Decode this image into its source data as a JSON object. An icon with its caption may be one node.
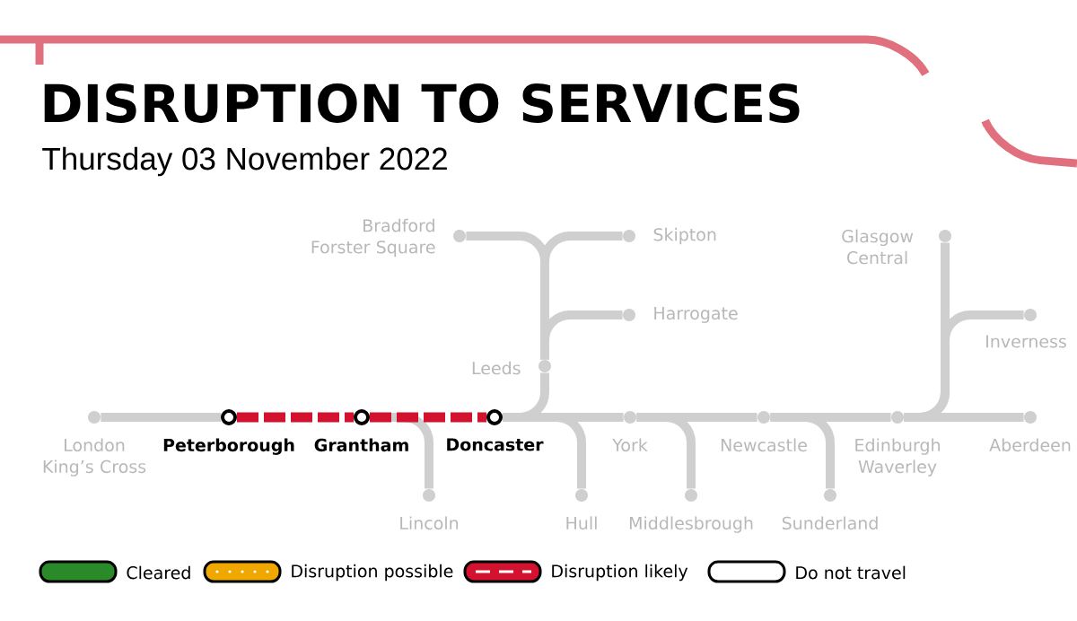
{
  "diagram": {
    "title": "DISRUPTION TO SERVICES",
    "nodes": [
      {
        "text": [
          "Bradford Forster Square"
        ]
      },
      {
        "text": [
          "Skipton"
        ]
      },
      {
        "text": [
          "Glasgow Central"
        ]
      },
      {
        "text": [
          "Harrogate"
        ]
      },
      {
        "text": [
          "Inverness"
        ]
      },
      {
        "text": [
          "Leeds"
        ]
      },
      {
        "text": [
          "London King’s Cross"
        ]
      },
      {
        "text": [
          "Peterborough"
        ]
      },
      {
        "text": [
          "Grantham"
        ]
      },
      {
        "text": [
          "Doncaster"
        ]
      },
      {
        "text": [
          "York"
        ]
      },
      {
        "text": [
          "Newcastle"
        ]
      },
      {
        "text": [
          "Edinburgh Waverley"
        ]
      },
      {
        "text": [
          "Aberdeen"
        ]
      },
      {
        "text": [
          "Lincoln"
        ]
      },
      {
        "text": [
          "Hull"
        ]
      },
      {
        "text": [
          "Middlesbrough"
        ]
      },
      {
        "text": [
          "Sunderland"
        ]
      }
    ],
    "edges": [
      {
        "from": 6,
        "to": 7,
        "arrow": "none"
      },
      {
        "from": 7,
        "to": 8,
        "arrow": "none",
        "style": "dashed",
        "color": "#d2122e"
      },
      {
        "from": 8,
        "to": 9,
        "arrow": "none",
        "style": "dashed",
        "color": "#d2122e"
      },
      {
        "from": 8,
        "to": 14,
        "arrow": "none"
      },
      {
        "from": 9,
        "to": 15,
        "arrow": "none"
      },
      {
        "from": 9,
        "to": 5,
        "arrow": "none"
      },
      {
        "from": 9,
        "to": 10,
        "arrow": "none"
      },
      {
        "from": 5,
        "to": 0,
        "arrow": "none"
      },
      {
        "from": 5,
        "to": 1,
        "arrow": "none"
      },
      {
        "from": 5,
        "to": 3,
        "arrow": "none"
      },
      {
        "from": 10,
        "to": 16,
        "arrow": "none"
      },
      {
        "from": 10,
        "to": 11,
        "arrow": "none"
      },
      {
        "from": 11,
        "to": 17,
        "arrow": "none"
      },
      {
        "from": 11,
        "to": 12,
        "arrow": "none"
      },
      {
        "from": 12,
        "to": 13,
        "arrow": "none"
      },
      {
        "from": 12,
        "to": 2,
        "arrow": "none"
      },
      {
        "from": 12,
        "to": 4,
        "arrow": "none"
      }
    ],
    "labels": [
      "Thursday 03 November 2022"
    ],
    "legend": [
      {
        "text": "Cleared",
        "color": "#2a8a2a"
      },
      {
        "text": "Disruption possible",
        "color": "#f0a800"
      },
      {
        "text": "Disruption likely",
        "color": "#d2122e"
      },
      {
        "text": "Do not travel"
      }
    ]
  }
}
